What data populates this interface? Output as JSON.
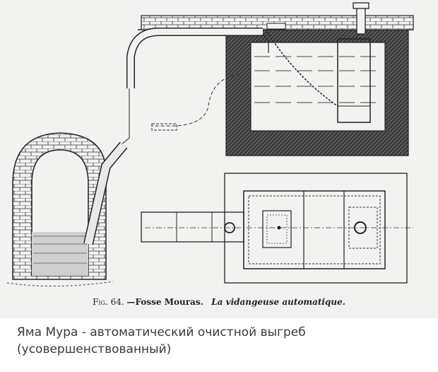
{
  "figure": {
    "caption": {
      "number": "Fig. 64.",
      "title": "—Fosse Mouras.",
      "subtitle": "La vidangeuse automatique."
    },
    "colors": {
      "ink": "#1e1e1e",
      "hatch": "#555555",
      "paper": "#f2f2f0",
      "water": "#cfcfcf"
    }
  },
  "description": {
    "line1": "Яма Мура - автоматический очистной выгреб",
    "line2": "(усовершенствованный)"
  }
}
